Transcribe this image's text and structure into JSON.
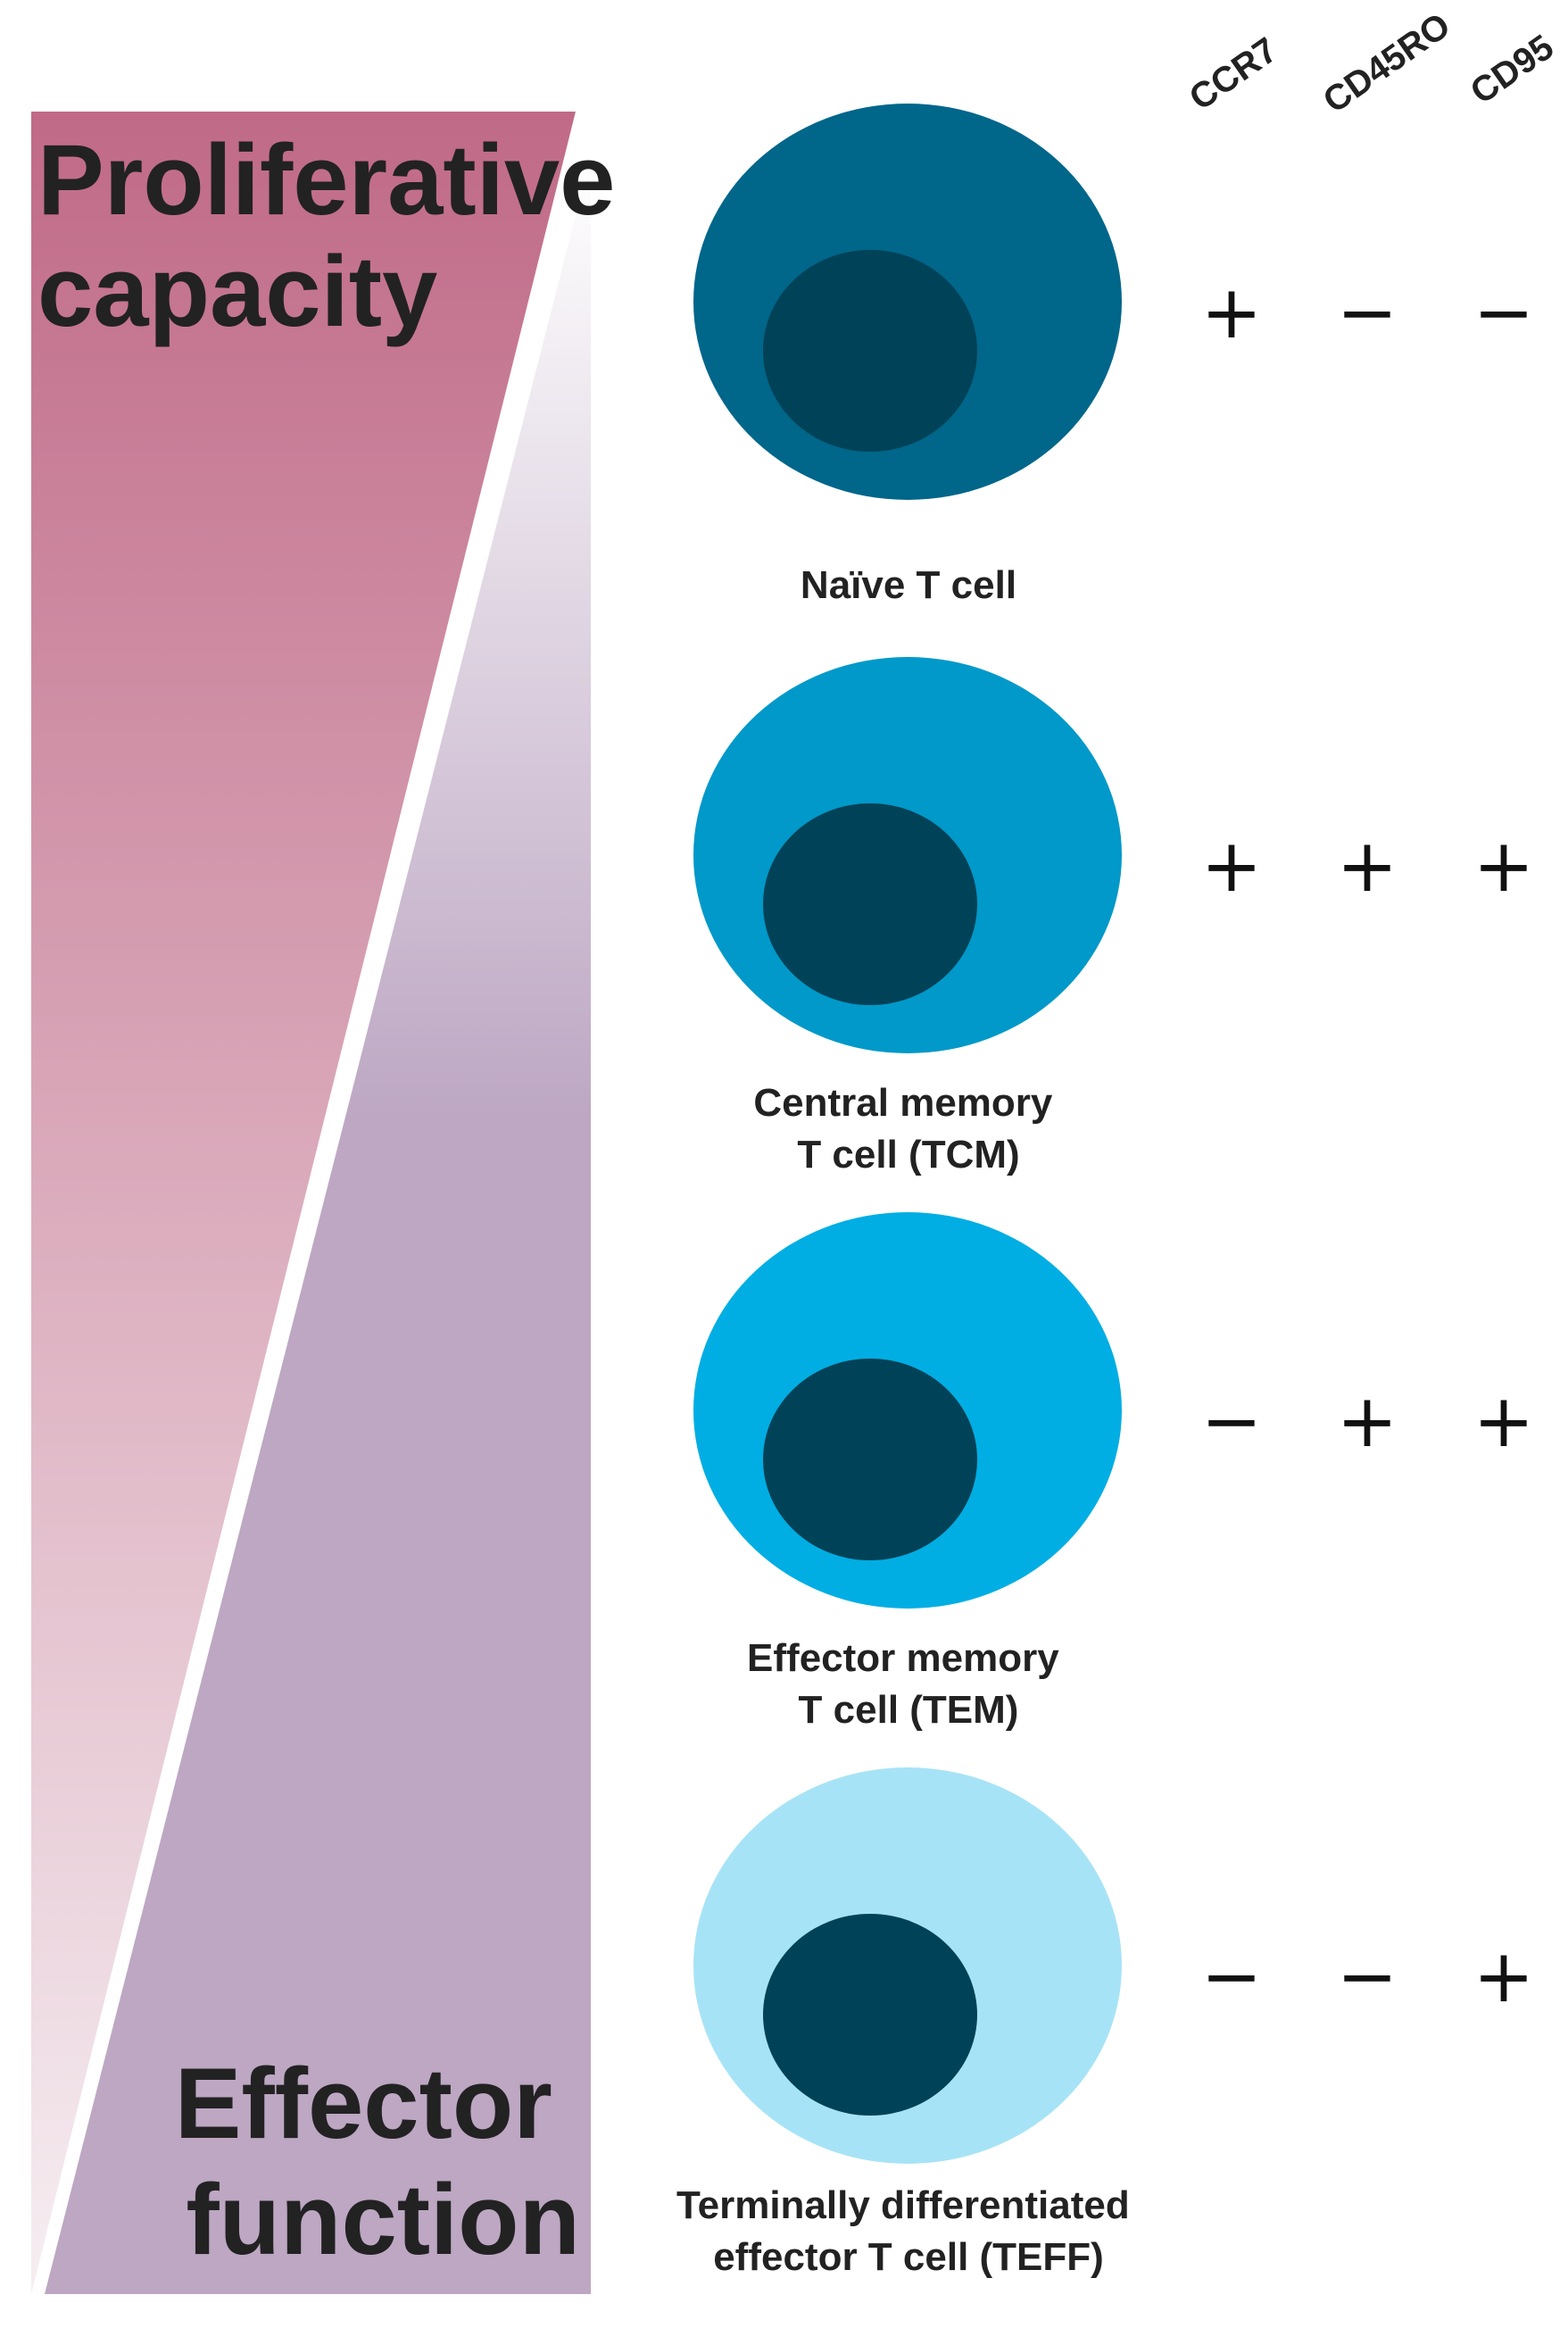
{
  "gradients": {
    "proliferative": {
      "label_lines": [
        "Proliferative",
        "capacity"
      ],
      "color_top": "#c06a87",
      "color_bottom": "#f6eef2"
    },
    "effector": {
      "label_lines": [
        "Effector",
        "function"
      ],
      "color_top": "#ffffff",
      "color_bottom": "#bda7c3"
    }
  },
  "markers": [
    "CCR7",
    "CD45RO",
    "CD95"
  ],
  "cells": [
    {
      "label_lines": [
        "Naïve T cell"
      ],
      "membrane_color": "#00668a",
      "nucleus_color": "#004257",
      "signs": [
        "+",
        "−",
        "−"
      ]
    },
    {
      "label_lines": [
        "Central memory",
        "T cell (TCM)"
      ],
      "membrane_color": "#0099c9",
      "nucleus_color": "#004257",
      "signs": [
        "+",
        "+",
        "+"
      ]
    },
    {
      "label_lines": [
        "Effector memory",
        "T cell (TEM)"
      ],
      "membrane_color": "#00aee3",
      "nucleus_color": "#004257",
      "signs": [
        "−",
        "+",
        "+"
      ]
    },
    {
      "label_lines": [
        "Terminally differentiated",
        "effector T cell (TEFF)"
      ],
      "membrane_color": "#a7e3f6",
      "nucleus_color": "#004257",
      "signs": [
        "−",
        "−",
        "+"
      ]
    }
  ]
}
